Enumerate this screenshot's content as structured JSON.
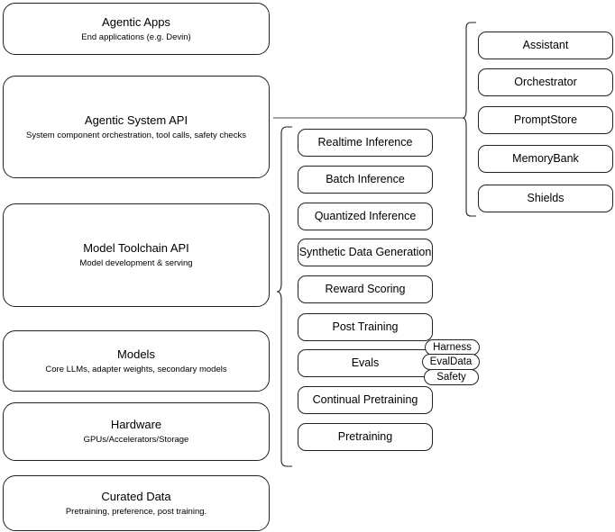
{
  "diagram": {
    "title": "Agentic AI stack layers",
    "stroke_color": "#222222",
    "connector_color": "#4a4a4a",
    "background": "#ffffff"
  },
  "layers": [
    {
      "id": "agentic-apps",
      "title": "Agentic Apps",
      "subtitle": "End applications (e.g. Devin)"
    },
    {
      "id": "agentic-system-api",
      "title": "Agentic System API",
      "subtitle": "System component orchestration, tool calls, safety checks"
    },
    {
      "id": "model-toolchain-api",
      "title": "Model Toolchain API",
      "subtitle": "Model development & serving"
    },
    {
      "id": "models",
      "title": "Models",
      "subtitle": "Core LLMs, adapter weights, secondary models"
    },
    {
      "id": "hardware",
      "title": "Hardware",
      "subtitle": "GPUs/Accelerators/Storage"
    },
    {
      "id": "curated-data",
      "title": "Curated Data",
      "subtitle": "Pretraining, preference, post training."
    }
  ],
  "toolchain_capabilities": [
    {
      "id": "realtime-inference",
      "label": "Realtime Inference"
    },
    {
      "id": "batch-inference",
      "label": "Batch Inference"
    },
    {
      "id": "quantized-inference",
      "label": "Quantized Inference"
    },
    {
      "id": "synthetic-data-generation",
      "label": "Synthetic Data Generation"
    },
    {
      "id": "reward-scoring",
      "label": "Reward Scoring"
    },
    {
      "id": "post-training",
      "label": "Post Training"
    },
    {
      "id": "evals",
      "label": "Evals"
    },
    {
      "id": "continual-pretraining",
      "label": "Continual Pretraining"
    },
    {
      "id": "pretraining",
      "label": "Pretraining"
    }
  ],
  "evals_badges": [
    {
      "id": "harness",
      "label": "Harness"
    },
    {
      "id": "evaldata",
      "label": "EvalData"
    },
    {
      "id": "safety",
      "label": "Safety"
    }
  ],
  "system_components": [
    {
      "id": "assistant",
      "label": "Assistant"
    },
    {
      "id": "orchestrator",
      "label": "Orchestrator"
    },
    {
      "id": "promptstore",
      "label": "PromptStore"
    },
    {
      "id": "memorybank",
      "label": "MemoryBank"
    },
    {
      "id": "shields",
      "label": "Shields"
    }
  ]
}
